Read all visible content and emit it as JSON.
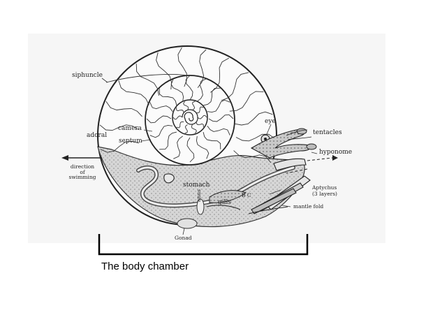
{
  "labels": {
    "siphuncle": "siphuncle",
    "camera": "camera",
    "adoral": "adoral",
    "septum": "septum",
    "direction": [
      "direction",
      "of",
      "swimming"
    ],
    "eye": "eye",
    "tentacles": "tentacles",
    "hyponome": "hyponome",
    "stomach": "stomach",
    "bc": "B C",
    "aptychus": [
      "Aptychus",
      "(3 layers)"
    ],
    "gills": "gills",
    "anus": "anus",
    "mantle_fold": "mantle fold",
    "gonad": "Gonad"
  },
  "caption": "The body chamber"
}
